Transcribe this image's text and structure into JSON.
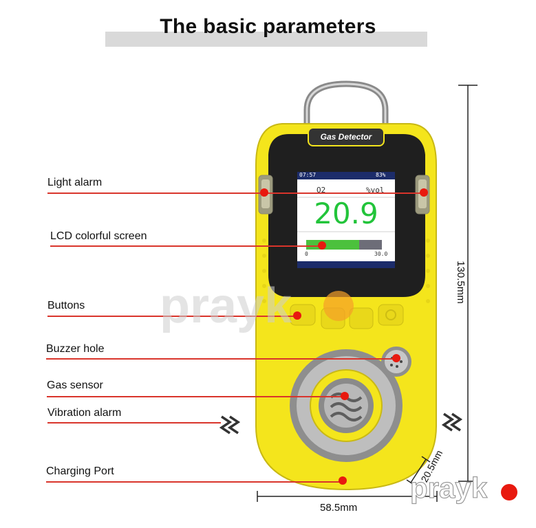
{
  "header": {
    "title": "The basic parameters"
  },
  "device": {
    "brand_label": "Gas Detector",
    "screen": {
      "time": "07:57",
      "battery": "83%",
      "gas_name": "O2",
      "unit": "%vol",
      "reading": "20.9",
      "bar_min": "0",
      "bar_max": "30.0",
      "bar_level": 0.7
    }
  },
  "callouts": [
    {
      "label": "Light alarm"
    },
    {
      "label": "LCD colorful screen"
    },
    {
      "label": "Buttons"
    },
    {
      "label": "Buzzer hole"
    },
    {
      "label": "Gas sensor"
    },
    {
      "label": "Vibration alarm"
    },
    {
      "label": "Charging Port"
    }
  ],
  "dimensions": {
    "height": "130.5mm",
    "width": "58.5mm",
    "depth": "20.5mm"
  },
  "watermark": {
    "text": "prayk"
  },
  "colors": {
    "body": "#f4e51c",
    "leader": "#d9342b",
    "dot": "#e8190f",
    "reading": "#22c43a"
  }
}
